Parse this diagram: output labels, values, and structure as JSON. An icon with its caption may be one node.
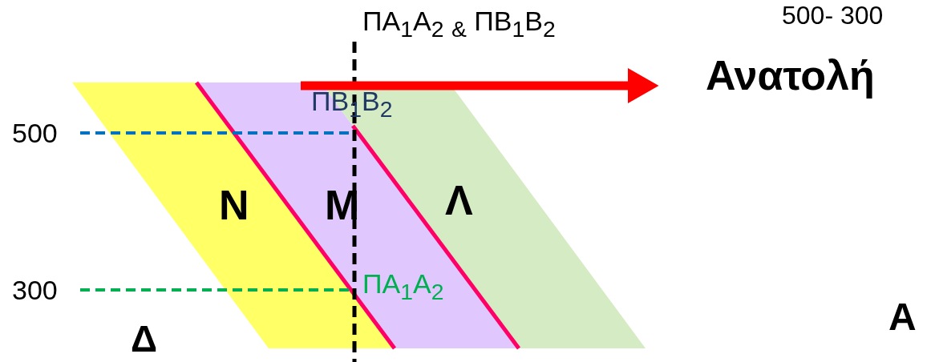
{
  "diagram": {
    "nodes": [
      {
        "text": [
          "N"
        ]
      },
      {
        "text": [
          "M"
        ]
      },
      {
        "text": [
          "Λ"
        ]
      }
    ],
    "labels": [
      "ΠA$_{1}$A$_{2}$ $_{&}$ ΠB$_{1}$B$_{2}$",
      "500- 300",
      "Ανατολή",
      "ΠB$_{1}$B$_{2}$",
      "500",
      "ΠA$_{1}$A$_{2}$",
      "300",
      "A",
      "Δ"
    ]
  }
}
